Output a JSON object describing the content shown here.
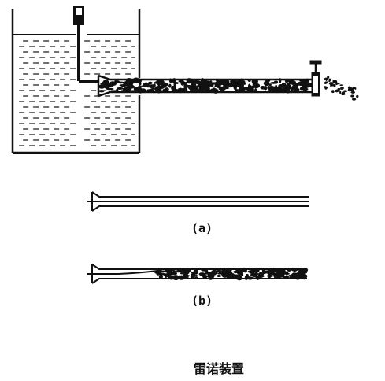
{
  "labels": {
    "a": "(a)",
    "b": "(b)"
  },
  "caption": "雷诺装置",
  "colors": {
    "ink": "#111111",
    "background": "#ffffff"
  }
}
